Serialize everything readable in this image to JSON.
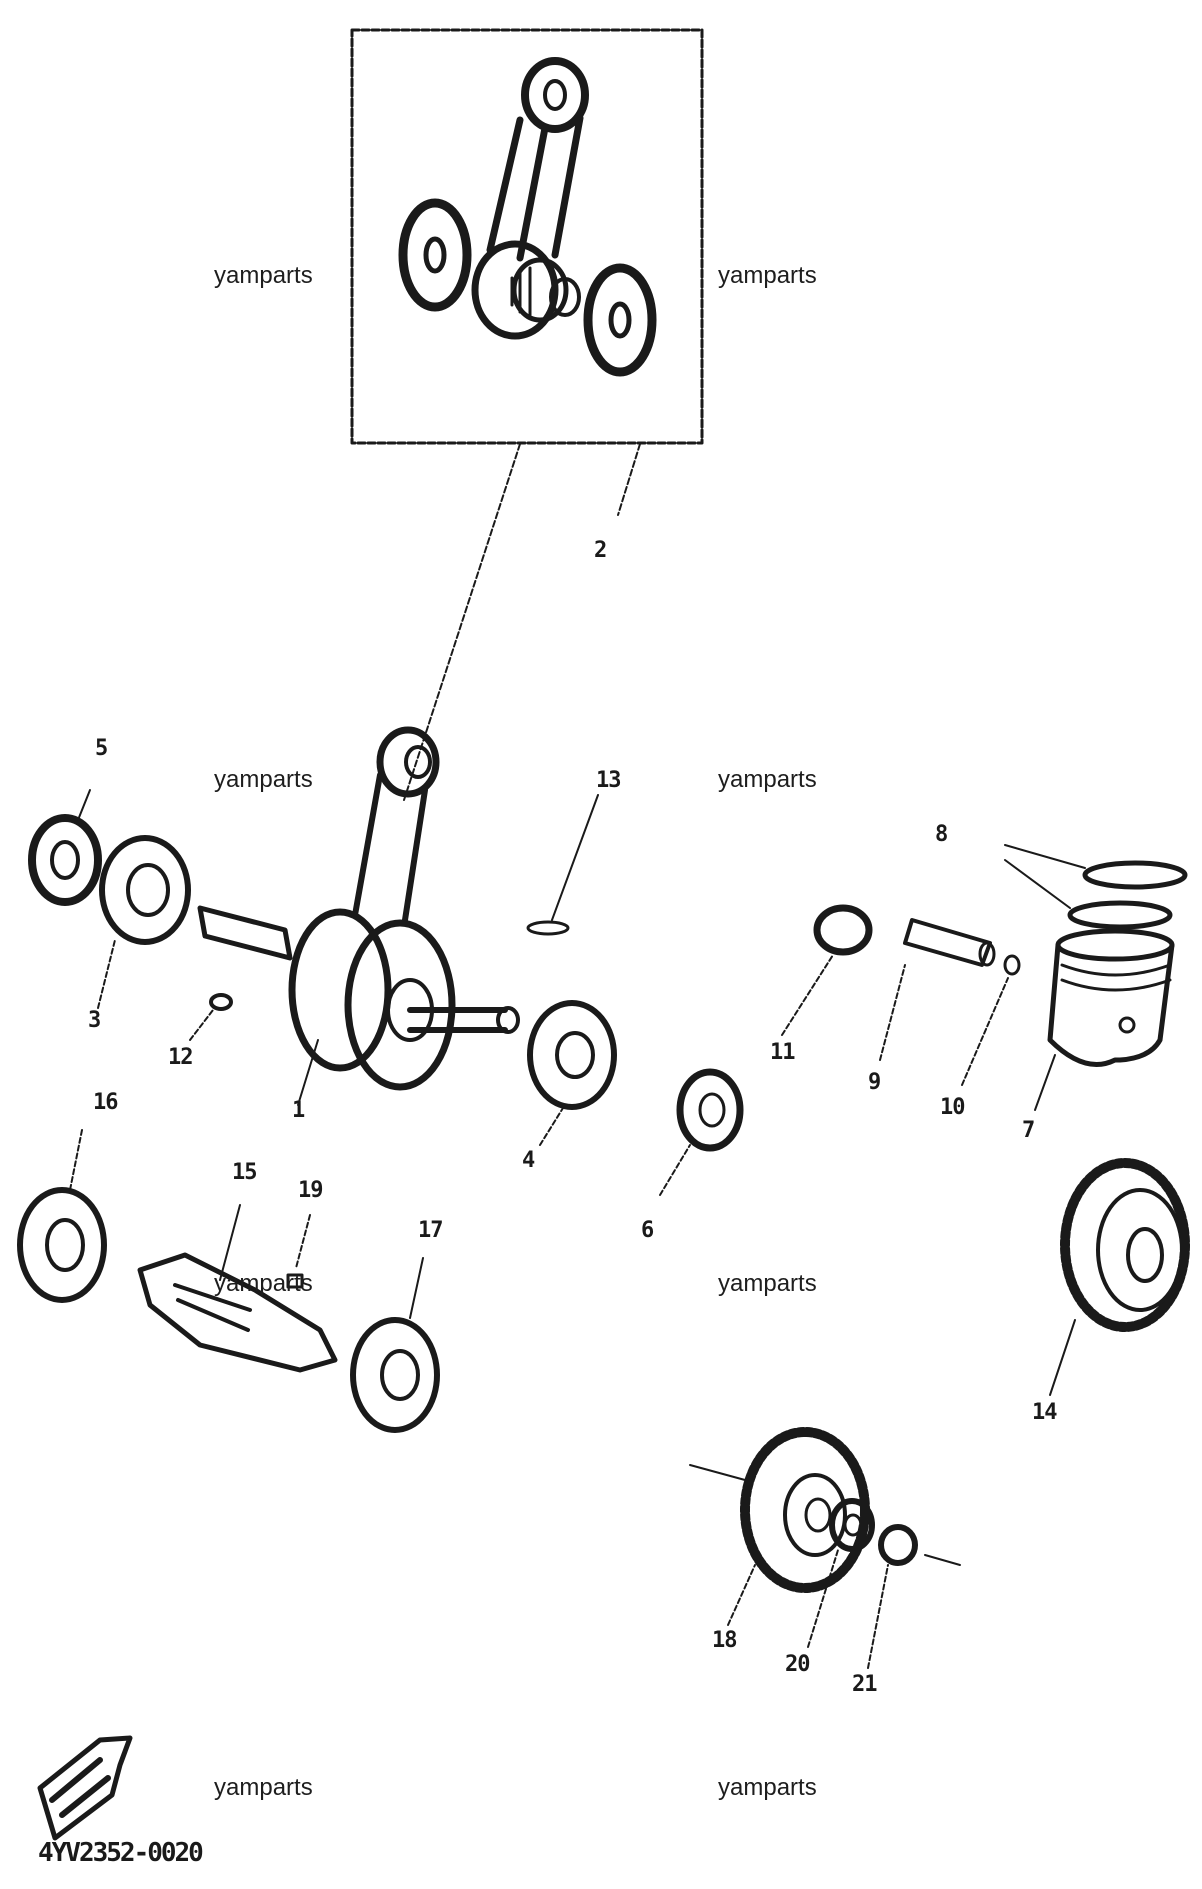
{
  "watermarks": [
    "yamparts",
    "yamparts",
    "yamparts",
    "yamparts",
    "yamparts",
    "yamparts",
    "yamparts",
    "yamparts"
  ],
  "callouts": [
    "1",
    "2",
    "3",
    "4",
    "5",
    "6",
    "7",
    "8",
    "9",
    "10",
    "11",
    "12",
    "13",
    "14",
    "15",
    "16",
    "17",
    "18",
    "19",
    "20",
    "21"
  ],
  "diagram_code": "4YV2352-0020",
  "colors": {
    "ink": "#1a1a1a",
    "background": "#ffffff"
  }
}
